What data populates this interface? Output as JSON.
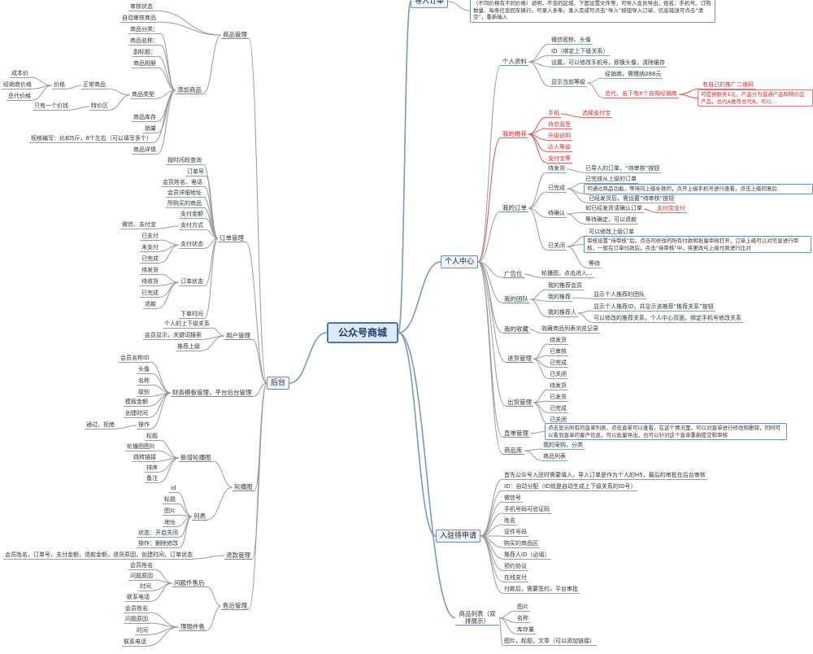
{
  "diagram": {
    "root": "公众号商城",
    "nodes": {
      "root": "公众号商城",
      "daoru": "导入订单",
      "daoru_text": "（不同价格有不同价格）说明，不变的区域，下面设置文件等，可导入会员导出，姓名、手机号、订购数量、每条信息回车换行，可录入多条。录入完成可点击“导入”按钮导入订单，信息错误可点击“清空”，重新输入",
      "grzx": "个人中心",
      "grzl": "个人资料",
      "grzl_1": "微信昵称、头像",
      "grzl_2": "ID（绑定上下级关系）",
      "grzl_3": "设置，可以修改手机号，即换头像，清除缓存",
      "grzl_4": "显示当前等级",
      "grzl_4a": "经销商，需缴纳388元",
      "grzl_4b": "总代，名下有X个自购经销商",
      "grzl_4b1": "有自己的推广二维码",
      "grzl_4b2": "可提供服务1元，产品分为普通产品和特价区产品，总代A推荐总代B，可以...",
      "wdtj": "我的推荐",
      "wdtj_1": "手机",
      "wdtj_1a": "选择支付宝",
      "wdtj_2": "待总监签",
      "wdtj_3": "升级说明",
      "wdtj_4": "达人等级",
      "wdtj_5": "支付宝等",
      "wddd": "我的订单",
      "dfh": "待发货",
      "dfh_1": "已导入的订单，“待审核”按钮",
      "ywc": "已完成",
      "ywc_1": "已完成从上级的订单",
      "ywc_2": "可通过商品功能，等待向上级补款的，点开上级手机号进行查看，点击上级同意后",
      "ywc_3": "已经发货后，需设置“待审核”按钮",
      "dqr": "待确认",
      "dqr_1": "如已经发货请确认订单",
      "dqr_1a": "支付宝支付",
      "dqr_2": "等待确定，可以退款",
      "yjs": "已关闭",
      "yjs_1": "可以修改上级订单",
      "yjs_2": "审核设置“待审核”后，点击可修改的所有付款和批量审核打开，订单上级可以对信息进行审核，一般在订单付款后，点击“待审核”中，将更改与上级付款进行比对",
      "yjs_3": "等待",
      "ggw": "广告位",
      "ggw_1": "轮播图，点击进入...",
      "wdtd": "我的团队",
      "wdtd_1": "我的推荐会员",
      "wdtd_2": "我的推荐",
      "wdtd_2a": "显示个人推荐的团队",
      "wdtd_3": "我的推荐人",
      "wdtd_3a": "显示个人推荐ID，并显示该推荐“推荐关系”按钮",
      "wdtd_3b": "可以修改的推荐关系，个人中心页面，绑定手机号修改关系",
      "wdsc": "我的收藏",
      "wdsc_1": "收藏商品列表浏览记录",
      "jhgl": "进货管理",
      "jhgl_1": "待发货",
      "jhgl_2": "已审核",
      "jhgl_3": "已完成",
      "jhgl_4": "已关闭",
      "chgl": "出货管理",
      "chgl_1": "待发货",
      "chgl_2": "已发货",
      "chgl_3": "已完成",
      "chgl_4": "已关闭",
      "dhgl": "直单管理",
      "dhgl_1": "点击显示所有的直单列表，点击直单可以查看，在这个情况里，可以对直单进行修改和删除，同时可以看到直单的客户信息，可以批量导出，也可以针对这个直单重新提交和审核",
      "spk": "商品库",
      "spk_1": "我的采购，分类",
      "spk_2": "商品列表",
      "rzdj": "入驻待申请",
      "rzdj_1": "首先公众号入驻时需要填入，导入订单是作为个人的H5，最后的审批在后台审核",
      "rzdj_2": "ID：自动分配（ID就是自动生成上下级关系的ID号）",
      "rzdj_3": "微信号",
      "rzdj_4": "手机号码可验证码",
      "rzdj_5": "姓名",
      "rzdj_6": "证件号码",
      "rzdj_7": "购买的商品区",
      "rzdj_8": "推荐人ID（必填）",
      "rzdj_9": "预约协议",
      "rzdj_10": "在线支付",
      "rzdj_11": "付款后，需要签约，平台审批",
      "splb": "商品列表（双排展示）",
      "splb_1": "图片",
      "splb_2": "名称",
      "splb_3": "库存量",
      "splb_4": "图片，标题，文章（可以添加链接）",
      "ht": "后台",
      "spgl": "商品管理",
      "spgl_a": "审核状态",
      "spgl_b": "自动审核商品",
      "tjsp": "添加商品",
      "tjsp_1": "商品分类：",
      "tjsp_2": "商品名称：",
      "tjsp_3": "副标题：",
      "tjsp_4": "商品相册",
      "tjsp_5": "商品类型",
      "tjsp_5a": "正常商品",
      "tjsp_5a1": "价格",
      "tjsp_5a1a": "成本价",
      "tjsp_5a1b": "经销商价格",
      "tjsp_5a1c": "总代价格",
      "tjsp_5b": "特价区",
      "tjsp_5b1": "只有一个价钱",
      "tjsp_6": "商品库存",
      "tjsp_7": "销量",
      "tjsp_8": "规格编写：比如5斤，6个左右（可以填写多个）",
      "tjsp_9": "商品详情",
      "ddgl": "订单管理",
      "ddgl_a": "按时间段查询",
      "ddgl_1": "订单号",
      "ddgl_2": "会员姓名、电话",
      "ddgl_3": "会员详细地址",
      "ddgl_4": "所购买的商品",
      "ddgl_5": "支付金额",
      "ddgl_6": "支付方式",
      "ddgl_6a": "微信、支付宝",
      "ddgl_7": "支付状态",
      "ddgl_7a": "已支付",
      "ddgl_7b": "未支付",
      "ddgl_7c": "已完成",
      "ddgl_8": "订单状态",
      "ddgl_8a": "待发货",
      "ddgl_8b": "待收货",
      "ddgl_8c": "已完成",
      "ddgl_8d": "退款",
      "ddgl_9": "下单时间",
      "yhgl": "用户管理",
      "yhgl_1": "个人的上下级关系",
      "yhgl_2": "会员显示，关键词搜索",
      "yhgl_3": "推荐上级",
      "hygl": "财务模板管理，平台后台管理",
      "hygl_1": "会员名称ID",
      "hygl_2": "头像",
      "hygl_3": "名称",
      "hygl_4": "级别",
      "hygl_5": "模板金额",
      "hygl_6": "创建时间",
      "hygl_7": "操作",
      "hygl_7a": "通过，拒绝",
      "lbt": "轮播图",
      "lbt_add": "新增轮播图",
      "lbt_add_1": "标题",
      "lbt_add_2": "轮播图图片",
      "lbt_add_3": "跳转链接",
      "lbt_add_4": "排序",
      "lbt_add_5": "备注",
      "lbt_list": "列表",
      "lbt_list_1": "id",
      "lbt_list_2": "标题",
      "lbt_list_3": "图片",
      "lbt_list_4": "地址",
      "lbt_list_5": "状态：开启关闭",
      "lbt_list_6": "操作：删除修改",
      "tkgl": "退款管理",
      "tkgl_1": "会员姓名，订单号，支付金额，退款金额，退货原因，创建时间，订单状态",
      "shgl": "售后管理",
      "shgl_a": "问题件售后",
      "shgl_a1": "会员姓名",
      "shgl_a2": "问题原因",
      "shgl_a3": "时间",
      "shgl_a4": "联系电话",
      "shgl_b": "理赔件售",
      "shgl_b1": "会员姓名",
      "shgl_b2": "问题原因",
      "shgl_b3": "时间",
      "shgl_b4": "联系电话"
    }
  }
}
